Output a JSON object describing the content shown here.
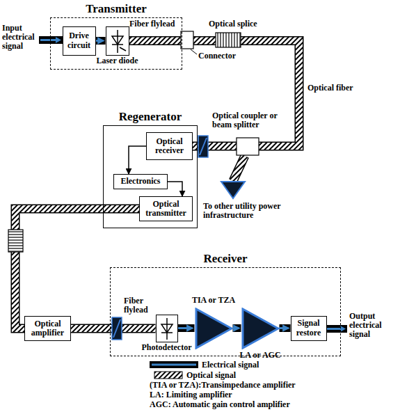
{
  "diagram": {
    "nodes": [
      {
        "text": [
          "Transmitter"
        ]
      },
      {
        "text": [
          "Drive circuit"
        ],
        "in": 0
      },
      {
        "text": [
          "Laser diode"
        ],
        "in": 0
      },
      {
        "text": [
          "Regenerator"
        ]
      },
      {
        "text": [
          "Optical receiver"
        ],
        "in": 3
      },
      {
        "text": [
          "Electronics"
        ],
        "in": 3
      },
      {
        "text": [
          "Optical transmitter"
        ],
        "in": 3
      },
      {
        "text": [
          "Optical amplifier"
        ]
      },
      {
        "text": [
          "Receiver"
        ]
      },
      {
        "text": [
          "Photodetector"
        ],
        "in": 8
      },
      {
        "text": [
          "TIA or TZA"
        ],
        "in": 8
      },
      {
        "text": [
          "LA or AGC"
        ],
        "in": 8
      },
      {
        "text": [
          "Signal restore"
        ],
        "in": 8
      }
    ],
    "edges": [
      {
        "from": 1,
        "to": 2,
        "arrow": "to"
      },
      {
        "from": 2,
        "to": 4,
        "arrow": "none"
      },
      {
        "from": 4,
        "to": 5,
        "arrow": "to"
      },
      {
        "from": 5,
        "to": 6,
        "arrow": "to"
      },
      {
        "from": 6,
        "to": 7,
        "arrow": "none"
      },
      {
        "from": 7,
        "to": 9,
        "arrow": "none"
      },
      {
        "from": 9,
        "to": 10,
        "arrow": "to"
      },
      {
        "from": 10,
        "to": 11,
        "arrow": "to"
      },
      {
        "from": 11,
        "to": 12,
        "arrow": "to"
      }
    ],
    "labels": [
      "Input electrical signal",
      "Fiber flylead",
      "Optical splice",
      "Connector",
      "Optical fiber",
      "Optical coupler or beam splitter",
      "To other utility power infrastructure",
      "Fiber flylead",
      "Output electrical signal",
      "(TIA or TZA):Transimpedance amplifier",
      "LA: Limiting amplifier",
      "AGC: Automatic gain control amplifier"
    ],
    "legend": [
      {
        "text": "Electrical signal"
      },
      {
        "text": "Optical signal"
      }
    ]
  }
}
